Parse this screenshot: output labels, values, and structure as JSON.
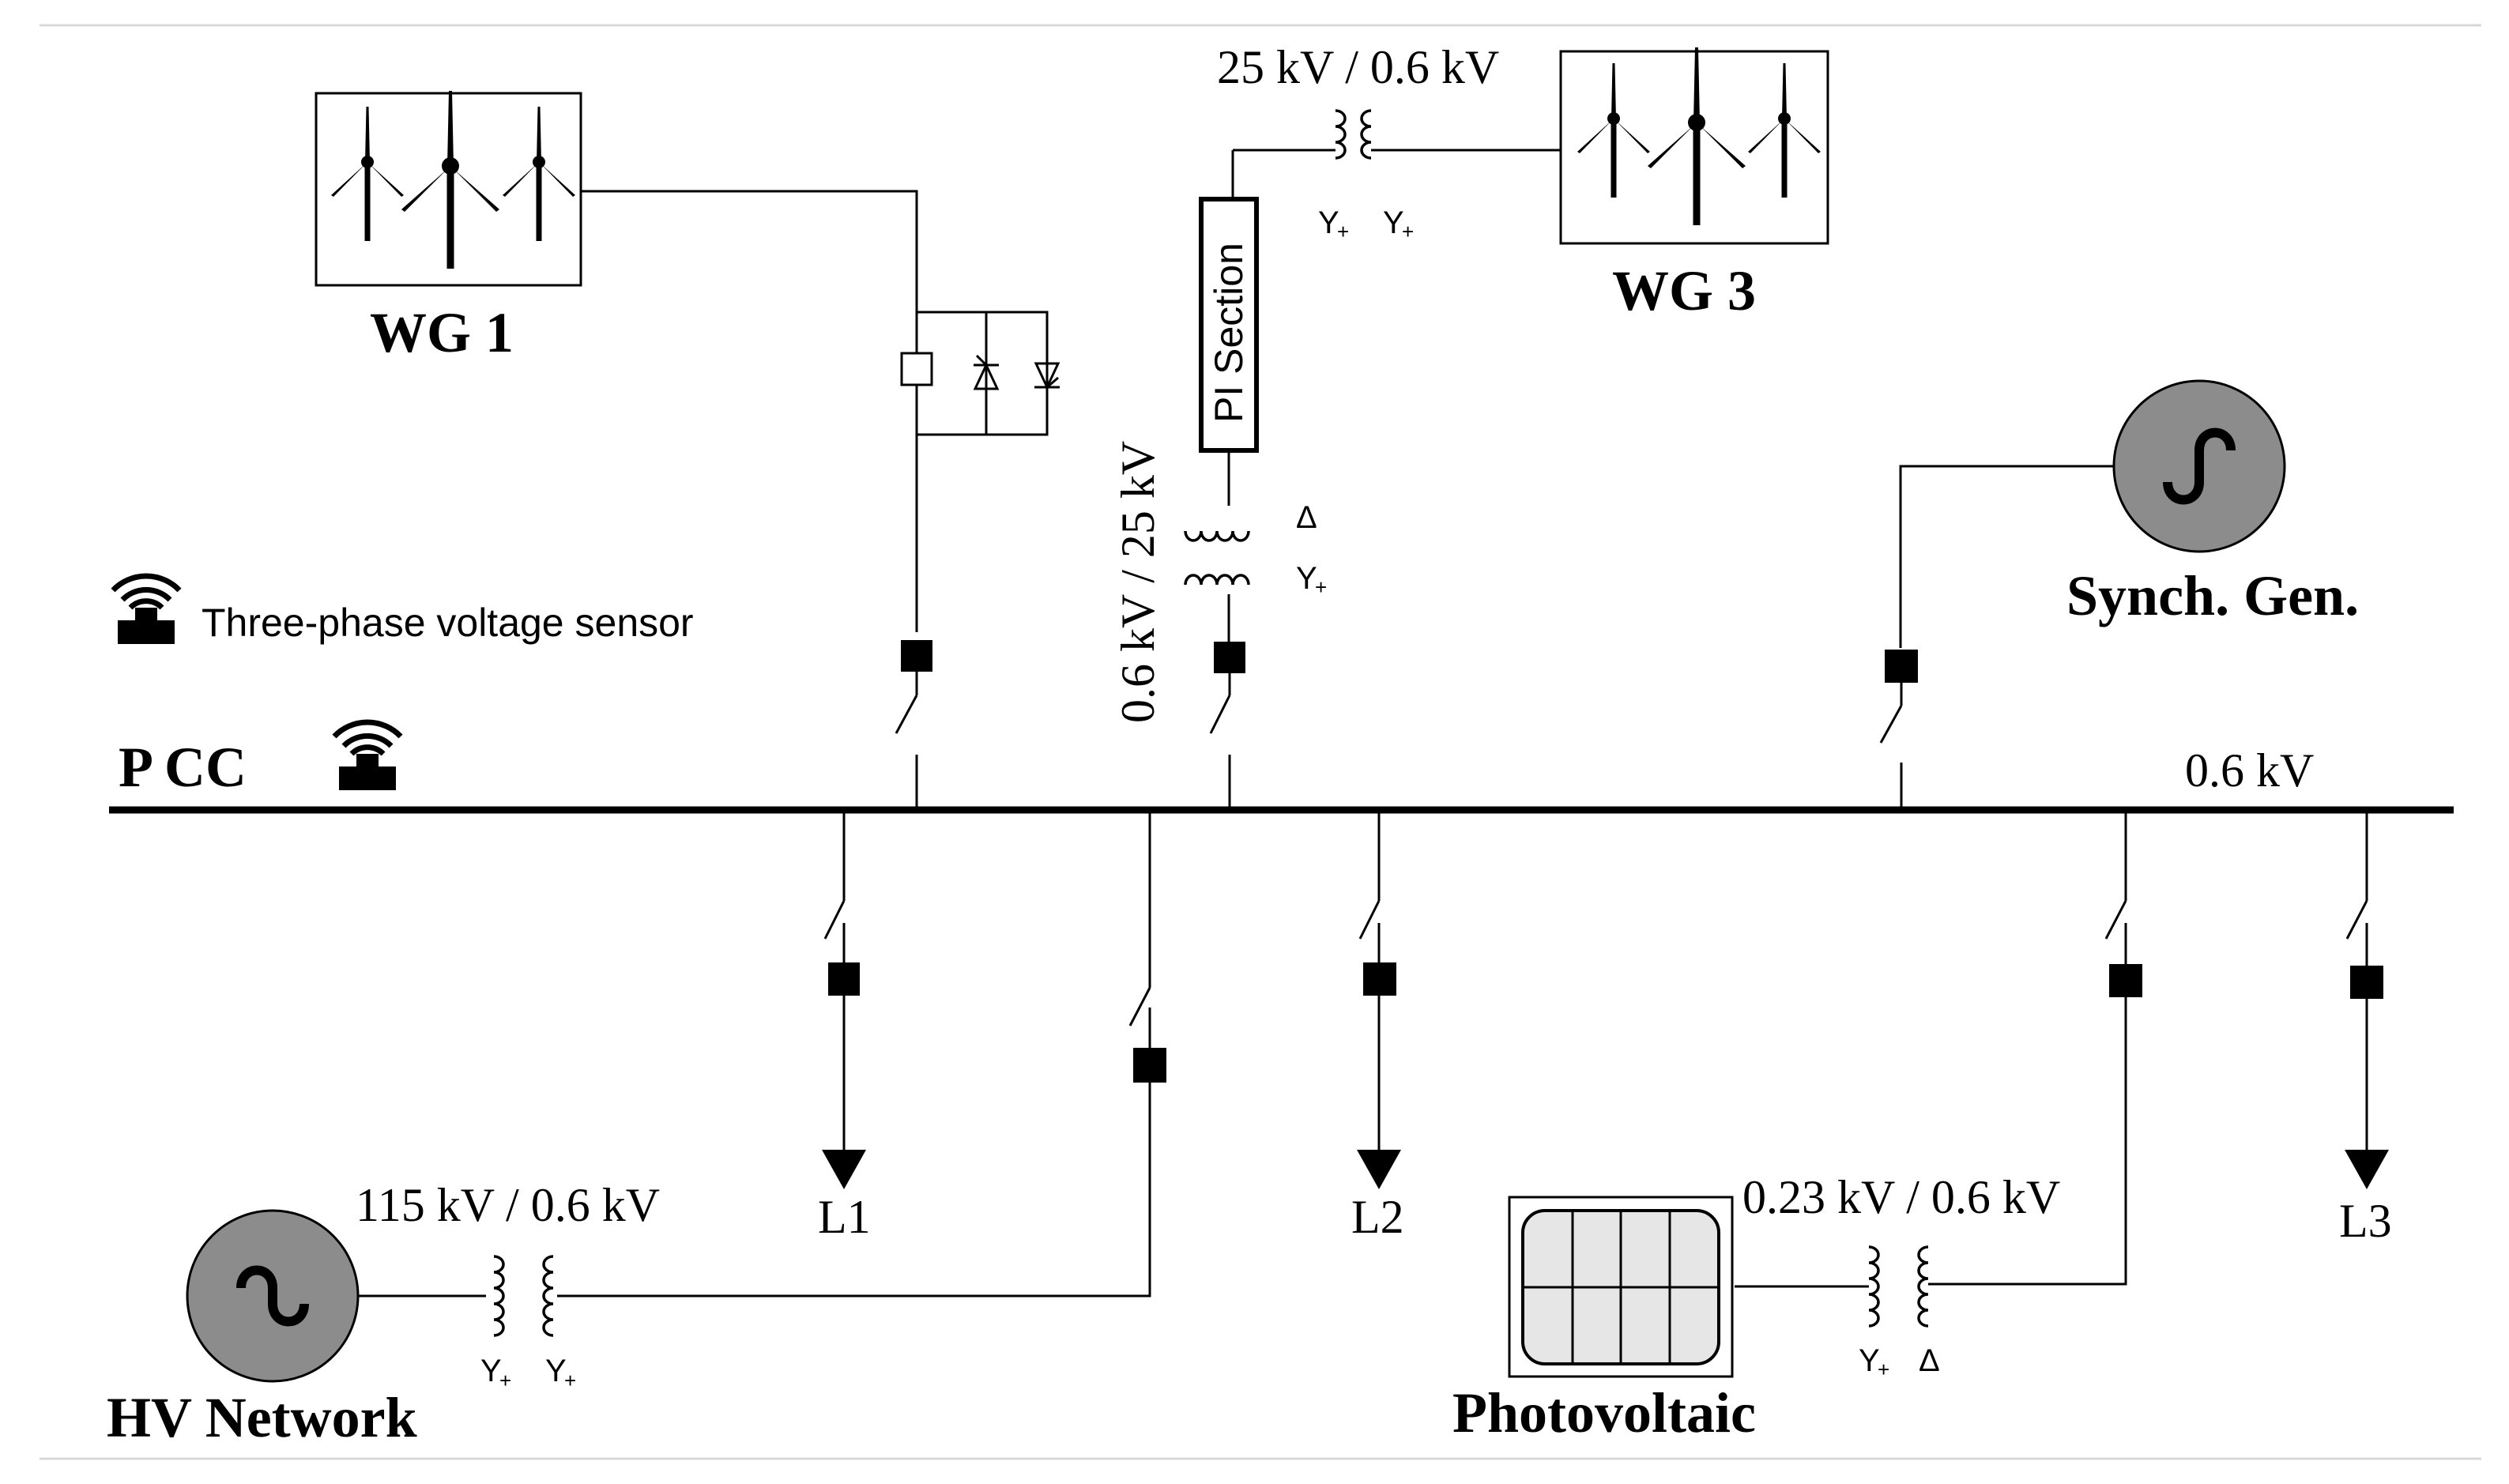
{
  "labels": {
    "pcc": "P CC",
    "bus_voltage": "0.6 kV",
    "sensor_legend": "Three-phase voltage sensor",
    "wg1": "WG 1",
    "wg3": "WG 3",
    "wg3_transformer": "25 kV / 0.6 kV",
    "pi_section": "PI Section",
    "wg3_feeder_transformer": "0.6 kV / 25 kV",
    "synch_gen": "Synch. Gen.",
    "hv_network": "HV Network",
    "hv_transformer": "115 kV / 0.6 kV",
    "photovoltaic": "Photovoltaic",
    "pv_transformer": "0.23 kV / 0.6 kV",
    "load1": "L1",
    "load2": "L2",
    "load3": "L3",
    "wye": "Y",
    "delta": "Δ"
  }
}
